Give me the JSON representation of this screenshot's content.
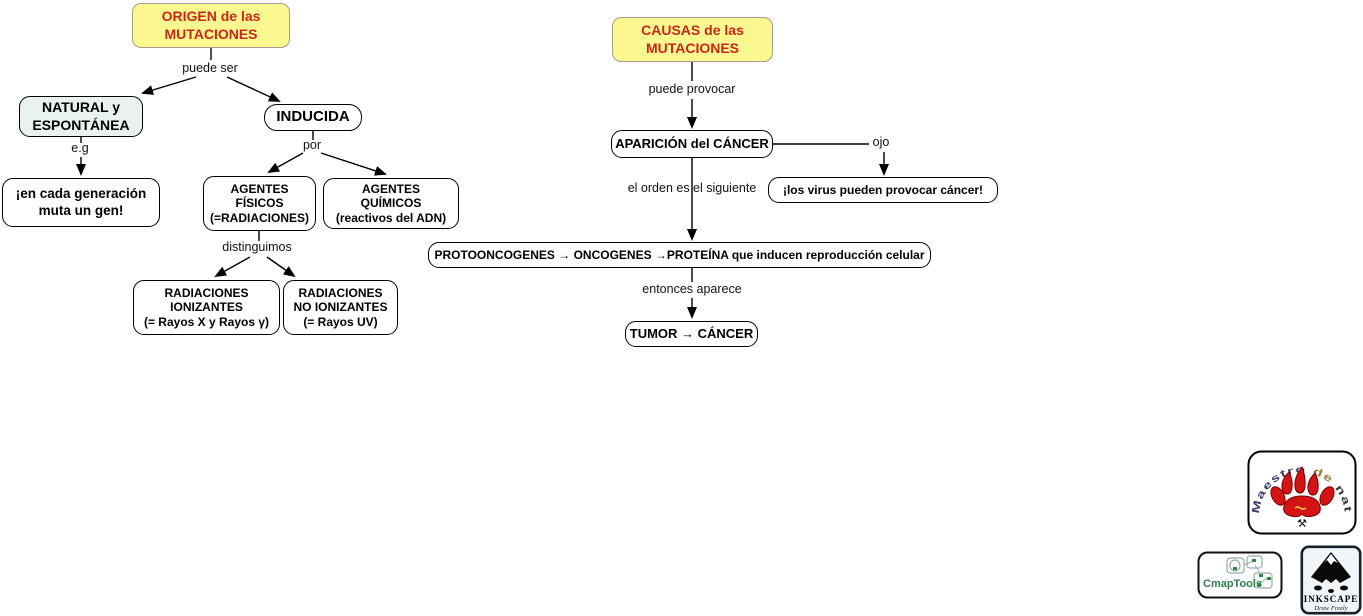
{
  "diagram": {
    "nodes": {
      "origen": {
        "label": "ORIGEN de las\nMUTACIONES"
      },
      "causas": {
        "label": "CAUSAS de las\nMUTACIONES"
      },
      "natural": {
        "label": "NATURAL y\nESPONTÁNEA"
      },
      "inducida": {
        "label": "INDUCIDA"
      },
      "gen": {
        "label": "¡en cada generación\nmuta un gen!"
      },
      "fisicos": {
        "label": "AGENTES\nFÍSICOS\n(=RADIACIONES)"
      },
      "quimicos": {
        "label": "AGENTES\nQUÍMICOS\n(reactivos del ADN)"
      },
      "ionizantes": {
        "label": "RADIACIONES\nIONIZANTES\n(= Rayos X y Rayos γ)"
      },
      "noionizantes": {
        "label": "RADIACIONES\nNO IONIZANTES\n(= Rayos UV)"
      },
      "aparicion": {
        "label": "APARICIÓN del CÁNCER"
      },
      "virus": {
        "label": "¡los virus pueden provocar cáncer!"
      },
      "protoonco": {
        "label": "PROTOONCOGENES → ONCOGENES →PROTEÍNA que inducen reproducción celular"
      },
      "tumor": {
        "label": "TUMOR → CÁNCER"
      }
    },
    "links": {
      "puede_ser": "puede ser",
      "eg": "e.g",
      "por": "por",
      "distinguimos": "distinguimos",
      "puede_provocar": "puede provocar",
      "ojo": "ojo",
      "orden": "el orden es el siguiente",
      "entonces": "entonces aparece"
    },
    "colors": {
      "topic_bg": "#faf88f",
      "topic_text": "#c8281c",
      "topic_border": "#a79a8e",
      "natural_bg": "#eaf1f1",
      "node_bg": "#ffffff",
      "node_border": "#000000"
    }
  },
  "logos": {
    "maestro": {
      "word1": "Maestro ",
      "word2": "de ",
      "word3": "naturales",
      "paw_color": "#d41414"
    },
    "cmaptools": {
      "label": "CmapTools",
      "brand_color": "#2e7d4f"
    },
    "inkscape": {
      "title": "INKSCAPE",
      "tagline": "Draw Freely"
    }
  }
}
